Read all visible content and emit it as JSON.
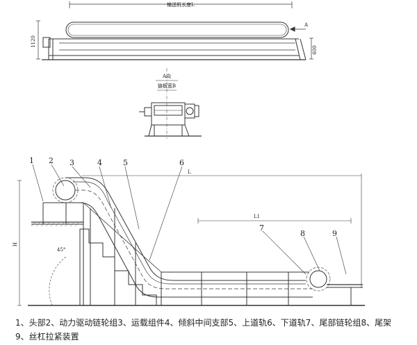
{
  "top_view": {
    "dim_top": "输送机长度L",
    "dim_left": "1120",
    "dim_right": "600",
    "view_marker": "A"
  },
  "side_view": {
    "label_top": "A向",
    "label_width": "链板宽B"
  },
  "main_view": {
    "parts": [
      "1",
      "2",
      "3",
      "4",
      "5",
      "6",
      "7",
      "8",
      "9"
    ],
    "dim_L": "L",
    "dim_L1": "L1",
    "dim_H": "H",
    "dim_angle": "45°"
  },
  "caption": "1、头部2、动力驱动链轮组3、运载组件4、倾斜中间支部5、上道轨6、下道轨7、尾部链轮组8、尾架9、丝杠拉紧装置"
}
